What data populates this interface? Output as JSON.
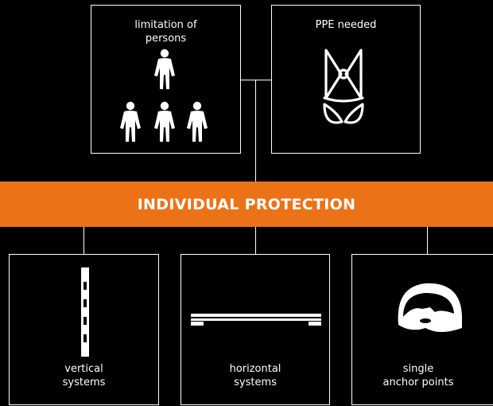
{
  "top_boxes": {
    "limitation": {
      "label": "limitation of\npersons",
      "icon": "people-icon"
    },
    "ppe": {
      "label": "PPE needed",
      "icon": "harness-icon"
    }
  },
  "banner": {
    "title": "INDIVIDUAL PROTECTION",
    "color": "#ec7218"
  },
  "bottom_boxes": {
    "vertical": {
      "label": "vertical\nsystems",
      "icon": "vertical-rail-icon"
    },
    "horizontal": {
      "label": "horizontal\nsystems",
      "icon": "horizontal-rail-icon"
    },
    "single": {
      "label": "single\nanchor points",
      "icon": "anchor-point-icon"
    }
  }
}
